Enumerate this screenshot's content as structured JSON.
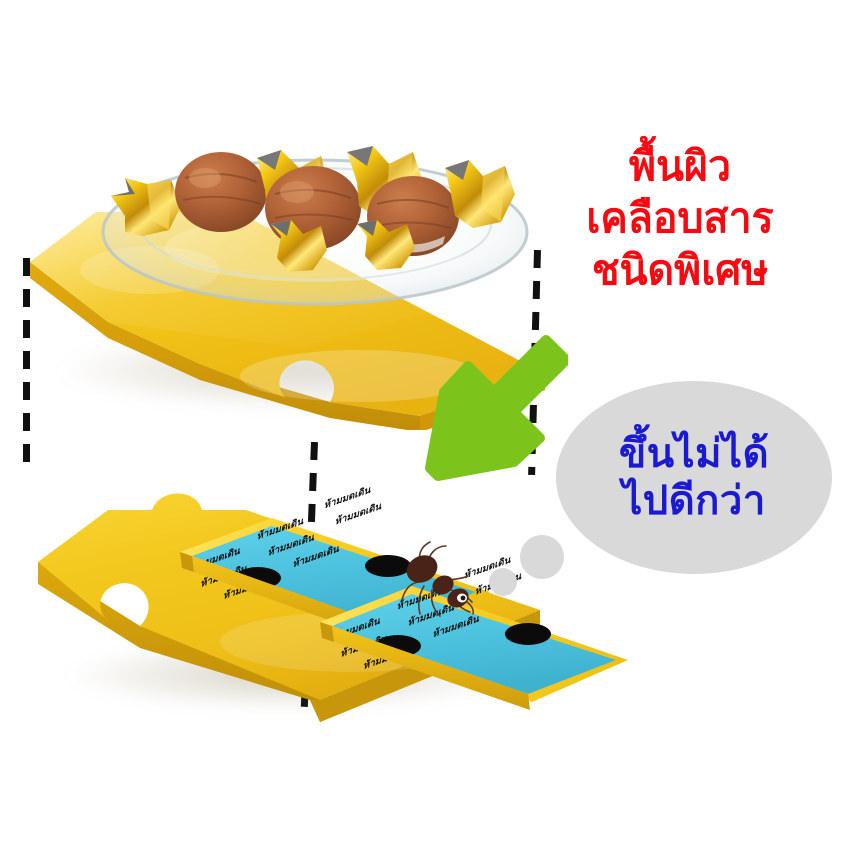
{
  "image": {
    "kind": "product-photo-composite",
    "background_color": "#ffffff",
    "subject": "ant-proof puzzle-piece food tray"
  },
  "headline": {
    "color": "#f50a12",
    "lines": [
      "พื้นผิว",
      "เคลือบสาร",
      "ชนิดพิเศษ"
    ]
  },
  "speech_bubble": {
    "fill": "#d9d9d9",
    "text_color": "#1a1ad2",
    "lines": [
      "ขึ้นไม่ได้",
      "ไปดีกว่า"
    ],
    "tail_dots": 2
  },
  "bait_labels": {
    "strip_color": "#4cc4e0",
    "repeated_text": "ห้ามมดเดิน",
    "holes_per_strip": 2,
    "strip_count": 2
  },
  "top_tray": {
    "color": "#f2c318",
    "shape": "jigsaw-puzzle-piece",
    "contents": "glass plate with gold-foil wrapped chocolate truffles"
  },
  "bottom_tray": {
    "color": "#f2c318",
    "shape": "jigsaw-puzzle-piece",
    "feature": "two recessed bays with coated bait strips"
  },
  "arrow": {
    "color": "#7cc41c",
    "direction": "down-left"
  },
  "ant": {
    "body_color": "#4a2318",
    "count": 1
  },
  "plate": {
    "material": "clear glass",
    "candy_count": 8,
    "candy_wrapper_color": "#e8b21c",
    "truffle_color": "#b0623a"
  },
  "guides": {
    "color": "#111111",
    "count": 3,
    "style": "dashed-vertical"
  }
}
